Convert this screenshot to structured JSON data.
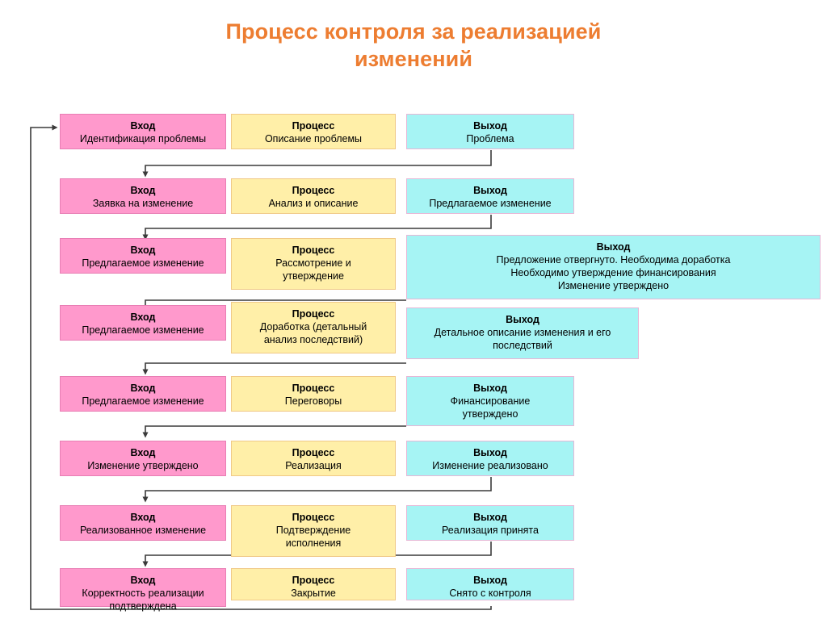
{
  "title": {
    "line1": "Процесс контроля за реализацией",
    "line2": "изменений",
    "color": "#ED7D31"
  },
  "legend": {
    "input_label": "Вход",
    "process_label": "Процесс",
    "output_label": "Выход"
  },
  "colors": {
    "input_fill": "#FF99CC",
    "input_border": "#E87EB4",
    "process_fill": "#FFEFA8",
    "process_border": "#F0C987",
    "output_fill": "#A6F4F4",
    "output_border": "#E6B7D6",
    "connector": "#3A3A3A",
    "title": "#ED7D31",
    "background": "#FFFFFF"
  },
  "rows": [
    {
      "index": 1,
      "input": {
        "header": "Вход",
        "text": "Идентификация проблемы"
      },
      "process": {
        "header": "Процесс",
        "text": "Описание проблемы"
      },
      "output": {
        "header": "Выход",
        "text": "Проблема"
      }
    },
    {
      "index": 2,
      "input": {
        "header": "Вход",
        "text": "Заявка на изменение"
      },
      "process": {
        "header": "Процесс",
        "text": "Анализ и описание"
      },
      "output": {
        "header": "Выход",
        "text": "Предлагаемое изменение"
      }
    },
    {
      "index": 3,
      "input": {
        "header": "Вход",
        "text": "Предлагаемое изменение"
      },
      "process": {
        "header": "Процесс",
        "text": "Рассмотрение и\nутверждение"
      },
      "output": {
        "header": "Выход",
        "text": "Предложение отвергнуто. Необходима доработка\nНеобходимо утверждение финансирования\nИзменение утверждено"
      }
    },
    {
      "index": 4,
      "input": {
        "header": "Вход",
        "text": "Предлагаемое изменение"
      },
      "process": {
        "header": "Процесс",
        "text": "Доработка (детальный\nанализ последствий)"
      },
      "output": {
        "header": "Выход",
        "text": "Детальное описание изменения и его\nпоследствий"
      }
    },
    {
      "index": 5,
      "input": {
        "header": "Вход",
        "text": "Предлагаемое изменение"
      },
      "process": {
        "header": "Процесс",
        "text": "Переговоры"
      },
      "output": {
        "header": "Выход",
        "text": "Финансирование\nутверждено"
      }
    },
    {
      "index": 6,
      "input": {
        "header": "Вход",
        "text": "Изменение утверждено"
      },
      "process": {
        "header": "Процесс",
        "text": "Реализация"
      },
      "output": {
        "header": "Выход",
        "text": "Изменение реализовано"
      }
    },
    {
      "index": 7,
      "input": {
        "header": "Вход",
        "text": "Реализованное изменение"
      },
      "process": {
        "header": "Процесс",
        "text": "Подтверждение\nисполнения"
      },
      "output": {
        "header": "Выход",
        "text": "Реализация принята"
      }
    },
    {
      "index": 8,
      "input": {
        "header": "Вход",
        "text": "Корректность реализации\nподтверждена"
      },
      "process": {
        "header": "Процесс",
        "text": "Закрытие"
      },
      "output": {
        "header": "Выход",
        "text": "Снято с контроля"
      }
    }
  ]
}
